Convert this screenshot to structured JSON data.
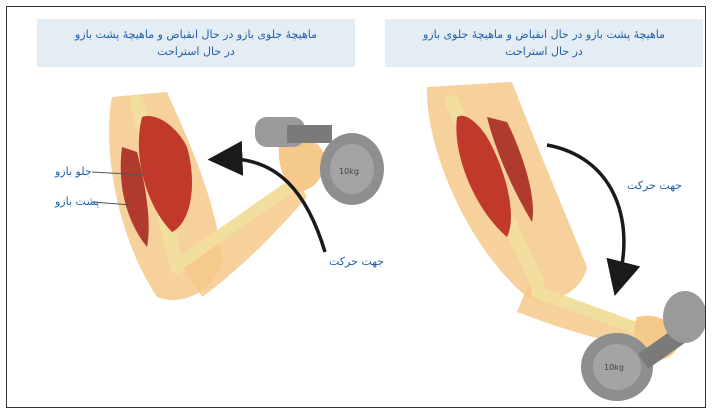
{
  "panels": {
    "left": {
      "title_line1": "ماهیچهٔ جلوی بازو در حال انقباض و ماهیچهٔ پشت بازو",
      "title_line2": "در حال استراحت",
      "label_biceps": "جلو بازو",
      "label_triceps": "پشت بازو",
      "label_direction": "جهت حرکت",
      "dumbbell_weight": "10kg"
    },
    "right": {
      "title_line1": "ماهیچهٔ پشت بازو در حال انقباض و ماهیچهٔ جلوی بازو",
      "title_line2": "در حال استراحت",
      "label_direction": "جهت حرکت",
      "dumbbell_weight": "10kg"
    }
  },
  "colors": {
    "title_bg": "#e4ecf4",
    "title_text": "#1f5fa8",
    "muscle": "#c0392b",
    "bone": "#f2dfa0",
    "skin": "#f5c98a",
    "dumbbell": "#8e8e8e"
  }
}
